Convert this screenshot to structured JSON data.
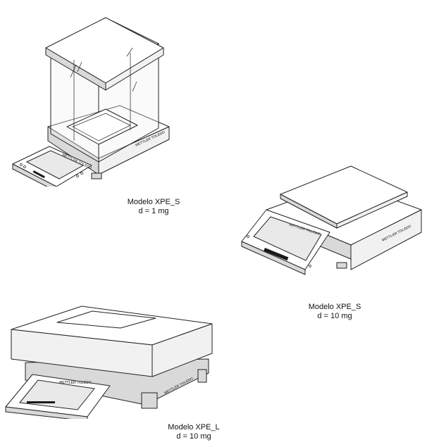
{
  "figures": [
    {
      "id": "xpe-s-1mg",
      "caption_model": "Modelo XPE_S",
      "caption_readability": "d = 1 mg",
      "icon": "analytical-balance-with-draft-shield"
    },
    {
      "id": "xpe-s-10mg",
      "caption_model": "Modelo XPE_S",
      "caption_readability": "d = 10 mg",
      "icon": "precision-balance-small-platform"
    },
    {
      "id": "xpe-l-10mg",
      "caption_model": "Modelo XPE_L",
      "caption_readability": "d = 10 mg",
      "icon": "precision-balance-large-platform"
    }
  ]
}
